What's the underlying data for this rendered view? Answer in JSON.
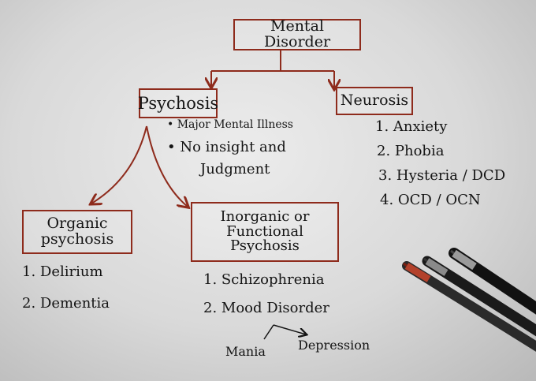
{
  "root": {
    "label": "Mental Disorder"
  },
  "psychosis": {
    "label": "Psychosis",
    "notes": [
      "• Major Mental Illness",
      "• No insight and",
      "Judgment"
    ]
  },
  "neurosis": {
    "label": "Neurosis",
    "items": [
      "1. Anxiety",
      "2. Phobia",
      "3. Hysteria / DCD",
      "4. OCD / OCN"
    ]
  },
  "organic": {
    "label_line1": "Organic",
    "label_line2": "psychosis",
    "items": [
      "1. Delirium",
      "2. Dementia"
    ]
  },
  "inorganic": {
    "label_line1": "Inorganic or",
    "label_line2": "Functional",
    "label_line3": "Psychosis",
    "items": [
      "1. Schizophrenia",
      "2. Mood Disorder"
    ]
  },
  "mood": {
    "left": "Mania",
    "right": "Depression"
  },
  "colors": {
    "ink": "#141414",
    "accent": "#8e2b1c",
    "paper": "#e4e4e4"
  },
  "pens": [
    "black-pen",
    "black-pen",
    "red-pen"
  ]
}
